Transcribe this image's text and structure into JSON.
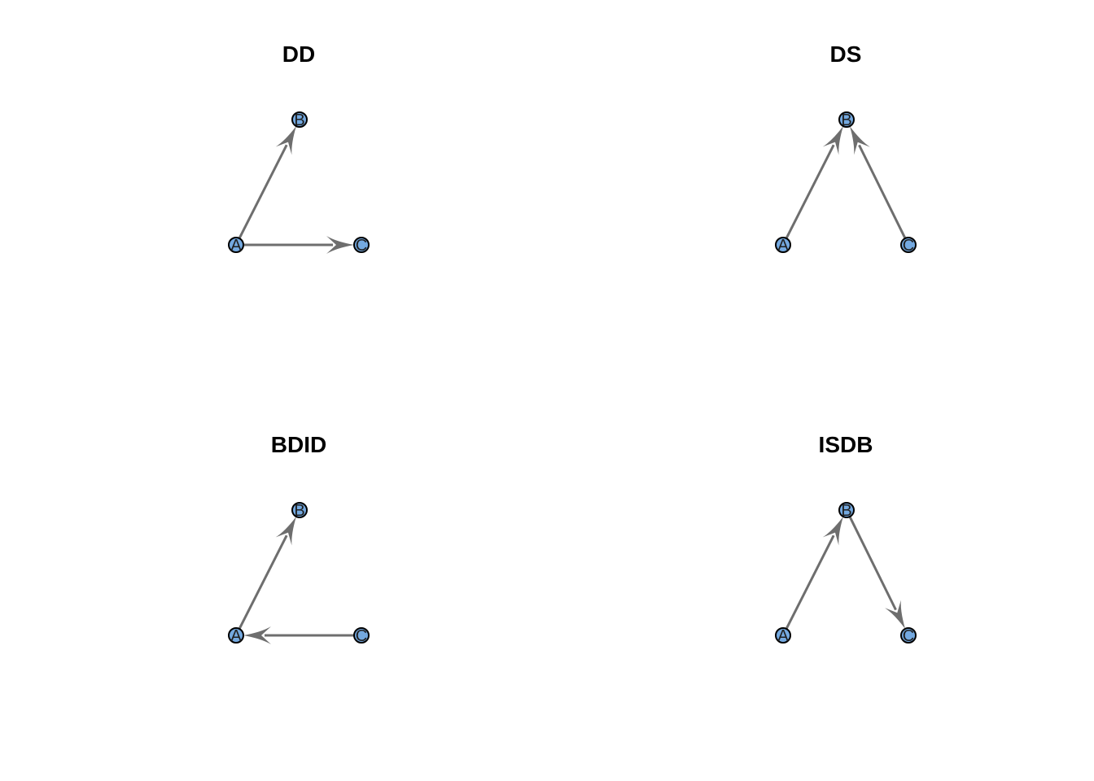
{
  "colors": {
    "node_fill": "#74a9e0",
    "node_stroke": "#000000",
    "edge": "#6e6e6e",
    "title": "#000000"
  },
  "panels": [
    {
      "title": "DD",
      "nodes": [
        "A",
        "B",
        "C"
      ],
      "edges": [
        {
          "from": "A",
          "to": "B"
        },
        {
          "from": "A",
          "to": "C"
        }
      ]
    },
    {
      "title": "DS",
      "nodes": [
        "A",
        "B",
        "C"
      ],
      "edges": [
        {
          "from": "A",
          "to": "B"
        },
        {
          "from": "C",
          "to": "B"
        }
      ]
    },
    {
      "title": "BDID",
      "nodes": [
        "A",
        "B",
        "C"
      ],
      "edges": [
        {
          "from": "A",
          "to": "B"
        },
        {
          "from": "C",
          "to": "A"
        }
      ]
    },
    {
      "title": "ISDB",
      "nodes": [
        "A",
        "B",
        "C"
      ],
      "edges": [
        {
          "from": "A",
          "to": "B"
        },
        {
          "from": "B",
          "to": "C"
        }
      ]
    }
  ]
}
